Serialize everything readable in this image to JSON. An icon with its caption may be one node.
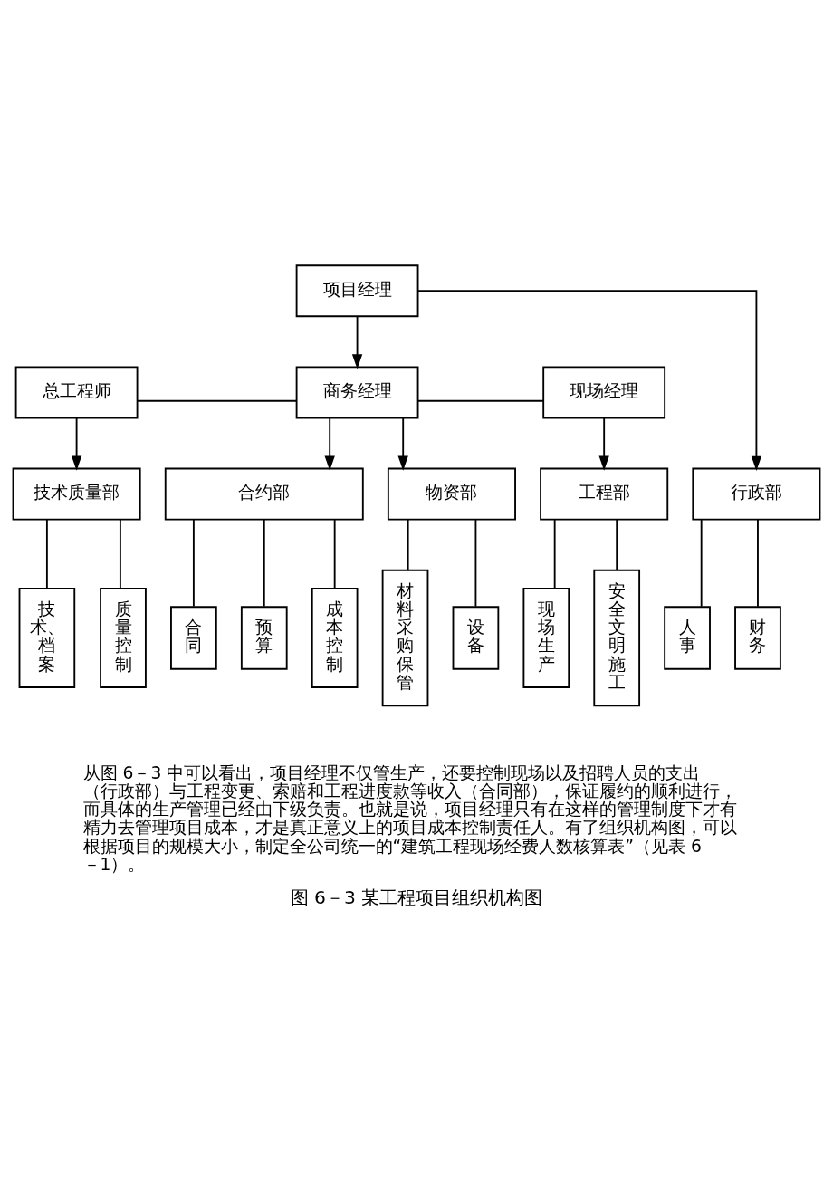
{
  "diagram": {
    "caption": "图 6－3 某工程项目组织机构图",
    "nodes": [
      {
        "text": [
          "项目经理"
        ]
      },
      {
        "text": [
          "总工程师"
        ]
      },
      {
        "text": [
          "商务经理"
        ]
      },
      {
        "text": [
          "现场经理"
        ]
      },
      {
        "text": [
          "技术质量部"
        ]
      },
      {
        "text": [
          "合约部"
        ]
      },
      {
        "text": [
          "物资部"
        ]
      },
      {
        "text": [
          "工程部"
        ]
      },
      {
        "text": [
          "行政部"
        ]
      },
      {
        "text": [
          "技术、档案"
        ]
      },
      {
        "text": [
          "质量控制"
        ]
      },
      {
        "text": [
          "合同"
        ]
      },
      {
        "text": [
          "预算"
        ]
      },
      {
        "text": [
          "成本控制"
        ]
      },
      {
        "text": [
          "材料采购保管"
        ]
      },
      {
        "text": [
          "设备"
        ]
      },
      {
        "text": [
          "现场生产"
        ]
      },
      {
        "text": [
          "安全文明施工"
        ]
      },
      {
        "text": [
          "人事"
        ]
      },
      {
        "text": [
          "财务"
        ]
      }
    ],
    "edges": [
      {
        "from": 0,
        "to": 2,
        "arrow": "to"
      },
      {
        "from": 0,
        "to": 8,
        "arrow": "to"
      },
      {
        "from": 1,
        "to": 2,
        "arrow": "none"
      },
      {
        "from": 2,
        "to": 3,
        "arrow": "none"
      },
      {
        "from": 1,
        "to": 4,
        "arrow": "to"
      },
      {
        "from": 2,
        "to": 5,
        "arrow": "to"
      },
      {
        "from": 2,
        "to": 6,
        "arrow": "to"
      },
      {
        "from": 3,
        "to": 7,
        "arrow": "to"
      },
      {
        "from": 4,
        "to": 9,
        "arrow": "none"
      },
      {
        "from": 4,
        "to": 10,
        "arrow": "none"
      },
      {
        "from": 5,
        "to": 11,
        "arrow": "none"
      },
      {
        "from": 5,
        "to": 12,
        "arrow": "none"
      },
      {
        "from": 5,
        "to": 13,
        "arrow": "none"
      },
      {
        "from": 6,
        "to": 14,
        "arrow": "none"
      },
      {
        "from": 6,
        "to": 15,
        "arrow": "none"
      },
      {
        "from": 7,
        "to": 16,
        "arrow": "none"
      },
      {
        "from": 7,
        "to": 17,
        "arrow": "none"
      },
      {
        "from": 8,
        "to": 18,
        "arrow": "none"
      },
      {
        "from": 8,
        "to": 19,
        "arrow": "none"
      }
    ],
    "labels": [
      "从图 6－3 中可以看出，项目经理不仅管生产，还要控制现场以及招聘人员的支出（行政部）与工程变更、索赔和工程进度款等收入（合同部），保证履约的顺利进行，而具体的生产管理已经由下级负责。也就是说，项目经理只有在这样的管理制度下才有精力去管理项目成本，才是真正意义上的项目成本控制责任人。有了组织机构图，可以根据项目的规模大小，制定全公司统一的“建筑工程现场经费人数核算表”（见表 6－1）。"
    ]
  }
}
